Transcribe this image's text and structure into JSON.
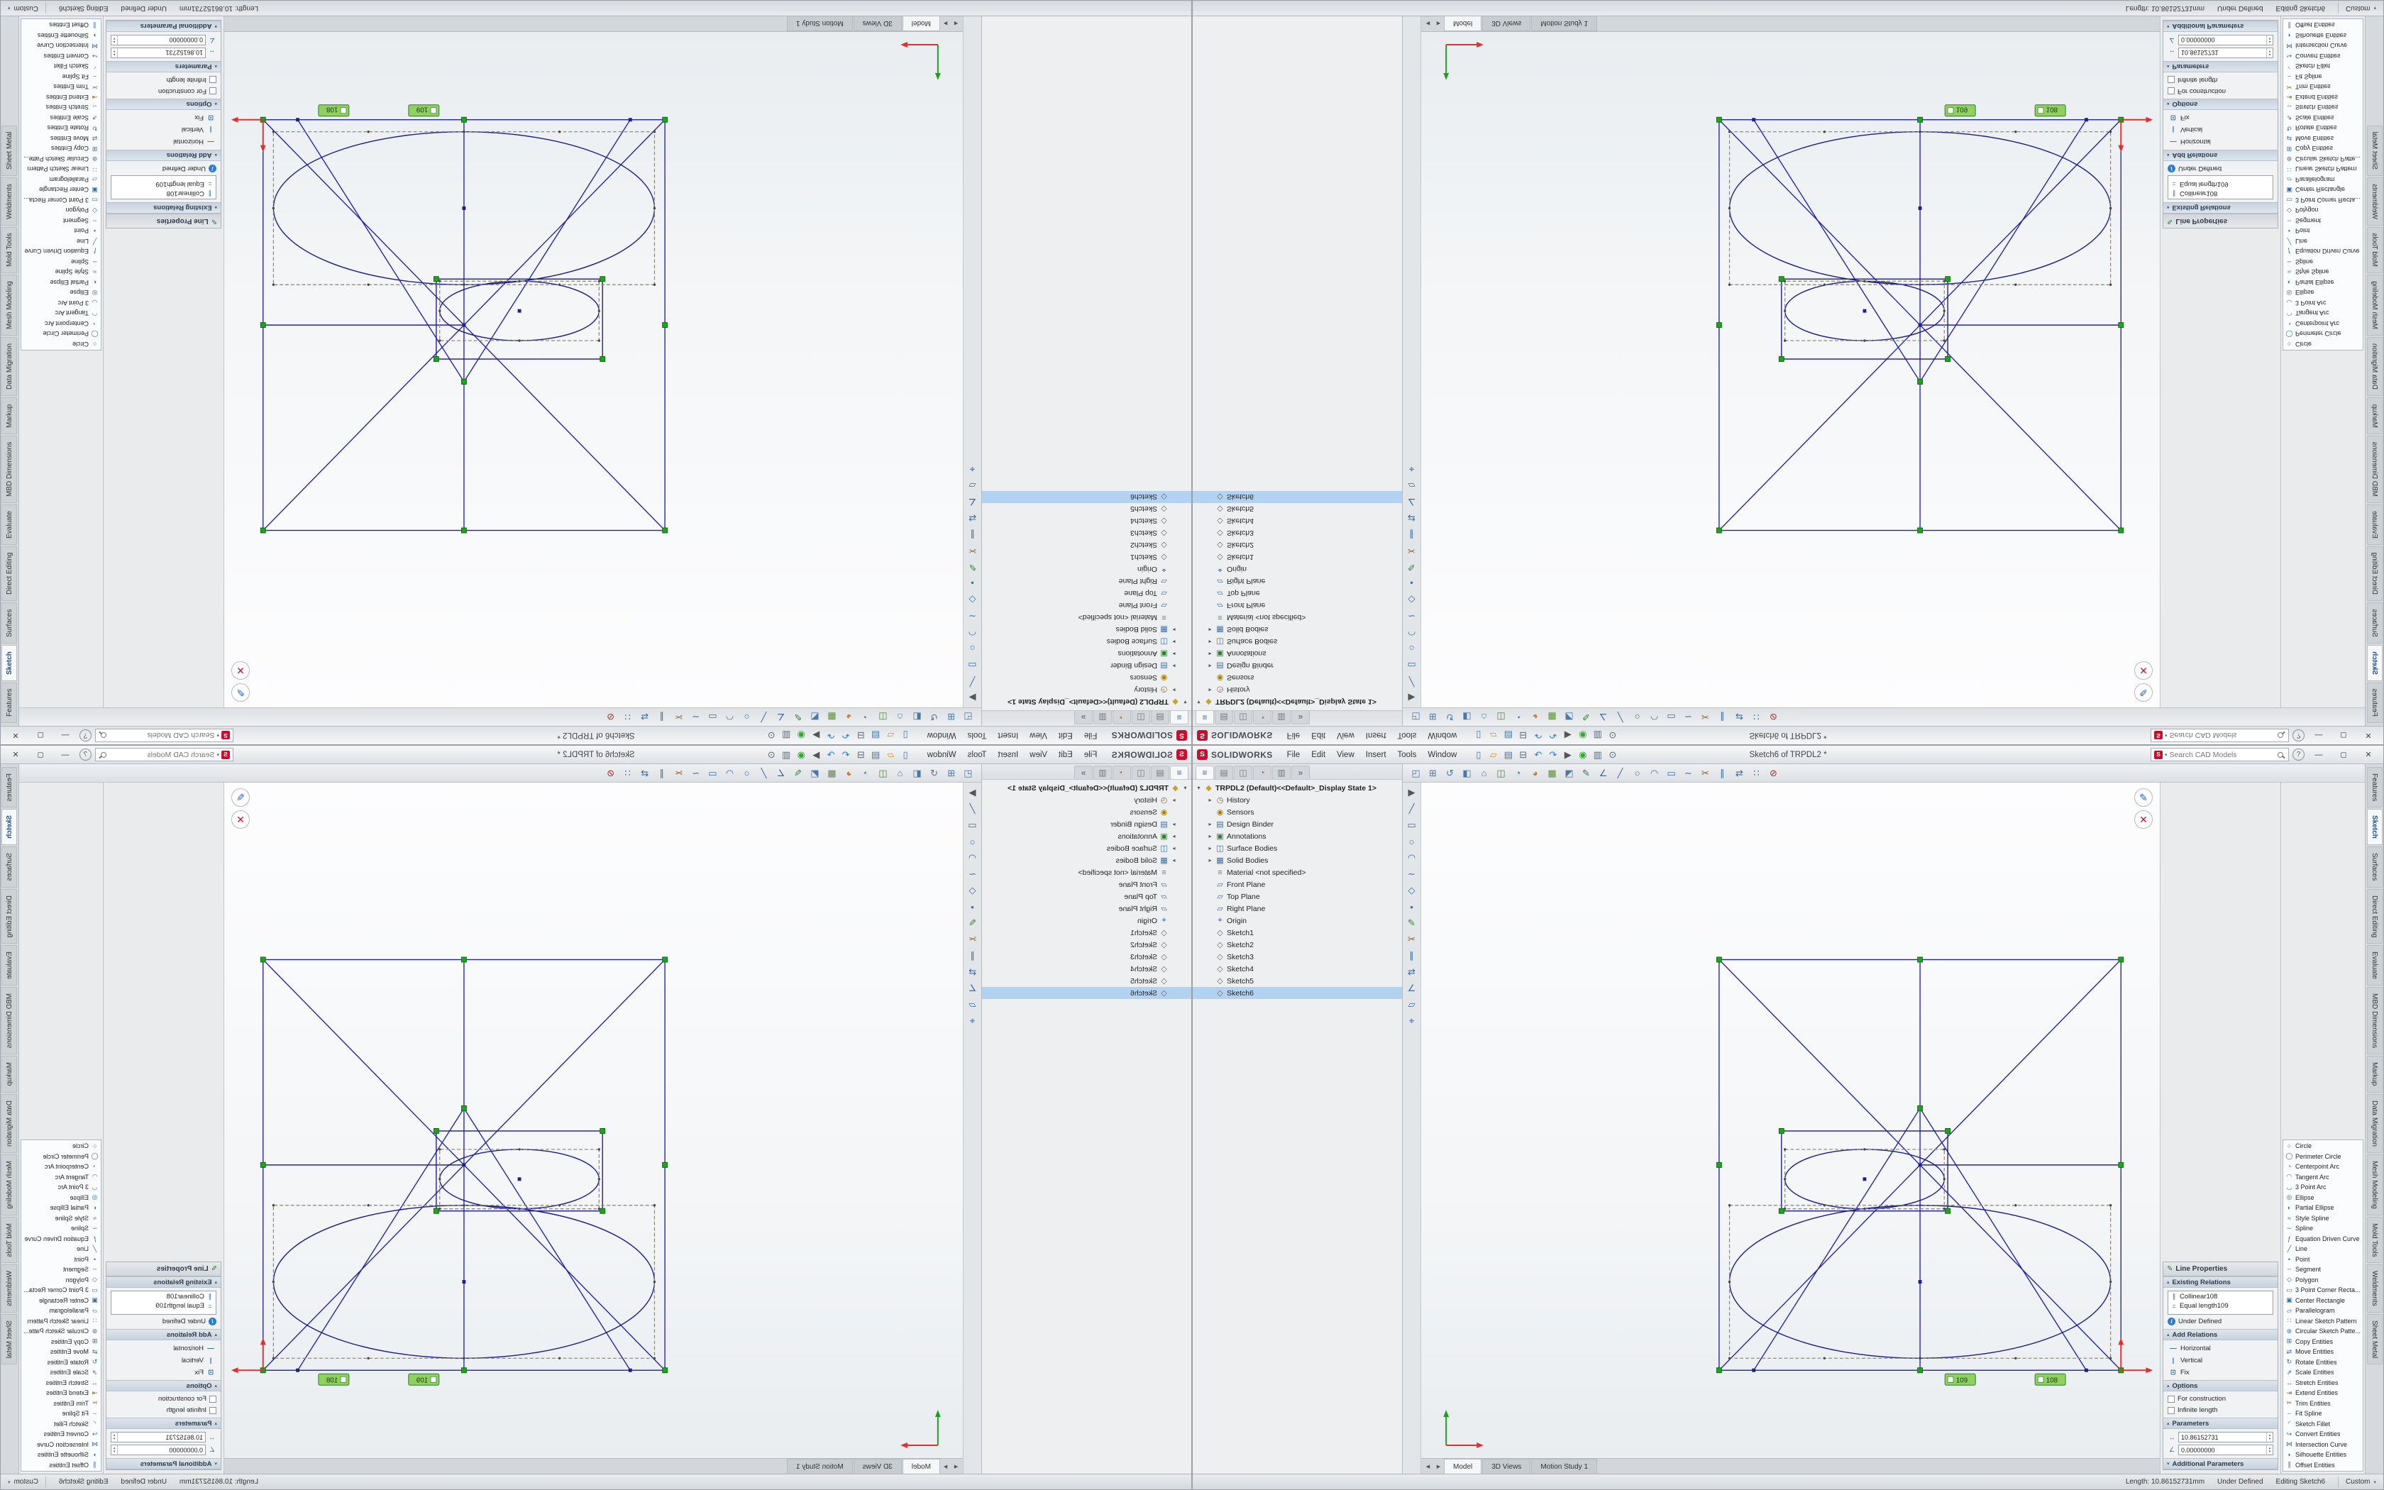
{
  "colors": {
    "accent": "#c8102e",
    "selection": "#b3d1f0",
    "sketch-line": "#2424a8",
    "construction": "#8a8070",
    "handle": "#1ea51e",
    "callout-bg": "#8fd060",
    "callout-border": "#2f7d2f",
    "origin": "#e03131"
  },
  "window": {
    "brand": "SOLIDWORKS",
    "title": "Sketch6 of TRPDL2 *",
    "menus": [
      "File",
      "Edit",
      "View",
      "Insert",
      "Tools",
      "Window"
    ],
    "menubar_icons": [
      {
        "name": "new-document-icon",
        "g": "▯",
        "c": "#4a78a8"
      },
      {
        "name": "open-icon",
        "g": "▱",
        "c": "#d89030"
      },
      {
        "name": "save-icon",
        "g": "▤",
        "c": "#4a78a8"
      },
      {
        "name": "print-icon",
        "g": "⊟",
        "c": "#5a6a7a"
      },
      {
        "name": "undo-icon",
        "g": "↶",
        "c": "#2d7dd2"
      },
      {
        "name": "redo-icon",
        "g": "↷",
        "c": "#2d7dd2"
      },
      {
        "name": "select-icon",
        "g": "▶",
        "c": "#555555"
      },
      {
        "name": "rebuild-icon",
        "g": "◉",
        "c": "#2faa2f"
      },
      {
        "name": "file-properties-icon",
        "g": "▥",
        "c": "#5a6a7a"
      },
      {
        "name": "options-icon",
        "g": "⊙",
        "c": "#5a6a7a"
      }
    ],
    "search_placeholder": "Search CAD Models",
    "help_label": "?",
    "window_buttons": {
      "minimize": "—",
      "restore": "◻",
      "close": "✕"
    },
    "confirm": {
      "exit": "✎",
      "cancel": "✕"
    }
  },
  "headsup_icons": [
    {
      "name": "zoom-fit-icon",
      "g": "◰",
      "c": "#4a78a8"
    },
    {
      "name": "zoom-area-icon",
      "g": "⊞",
      "c": "#4a78a8"
    },
    {
      "name": "previous-view-icon",
      "g": "↺",
      "c": "#4a78a8"
    },
    {
      "name": "section-view-icon",
      "g": "◧",
      "c": "#4a78a8"
    },
    {
      "name": "view-orientation-icon",
      "g": "⌂",
      "c": "#4a78a8"
    },
    {
      "name": "display-style-icon",
      "g": "◫",
      "c": "#5a8a3a"
    },
    {
      "name": "hide-show-icon",
      "g": "◔",
      "c": "#4a78a8"
    },
    {
      "name": "edit-appearance-icon",
      "g": "◕",
      "c": "#c07830"
    },
    {
      "name": "apply-scene-icon",
      "g": "▦",
      "c": "#5a8a3a"
    },
    {
      "name": "view-settings-icon",
      "g": "◩",
      "c": "#4a78a8"
    },
    {
      "name": "sketch-icon",
      "g": "✎",
      "c": "#2e7d32"
    },
    {
      "name": "smart-dimension-icon",
      "g": "∠",
      "c": "#3a6ea5"
    },
    {
      "name": "line-icon",
      "g": "╱",
      "c": "#3a6ea5"
    },
    {
      "name": "circle-icon",
      "g": "○",
      "c": "#3a6ea5"
    },
    {
      "name": "arc-icon",
      "g": "◠",
      "c": "#3a6ea5"
    },
    {
      "name": "rectangle-icon",
      "g": "▭",
      "c": "#3a6ea5"
    },
    {
      "name": "spline-icon",
      "g": "∼",
      "c": "#3a6ea5"
    },
    {
      "name": "trim-icon",
      "g": "✂",
      "c": "#8a5a2a"
    },
    {
      "name": "offset-icon",
      "g": "∥",
      "c": "#3a6ea5"
    },
    {
      "name": "mirror-icon",
      "g": "⇄",
      "c": "#3a6ea5"
    },
    {
      "name": "pattern-icon",
      "g": "∷",
      "c": "#3a6ea5"
    },
    {
      "name": "display-delete-icon",
      "g": "⊘",
      "c": "#a03030"
    }
  ],
  "left_toolbar_icons": [
    {
      "name": "select-tool-icon",
      "g": "▶",
      "c": "#555555"
    },
    {
      "name": "line-tool-icon",
      "g": "╱",
      "c": "#3a6ea5"
    },
    {
      "name": "rectangle-tool-icon",
      "g": "▭",
      "c": "#3a6ea5"
    },
    {
      "name": "circle-tool-icon",
      "g": "○",
      "c": "#3a6ea5"
    },
    {
      "name": "arc-tool-icon",
      "g": "◠",
      "c": "#3a6ea5"
    },
    {
      "name": "spline-tool-icon",
      "g": "∼",
      "c": "#3a6ea5"
    },
    {
      "name": "polygon-tool-icon",
      "g": "◇",
      "c": "#3a6ea5"
    },
    {
      "name": "point-tool-icon",
      "g": "•",
      "c": "#3a6ea5"
    },
    {
      "name": "sketch-edit-icon",
      "g": "✎",
      "c": "#2e7d32"
    },
    {
      "name": "trim-tool-icon",
      "g": "✂",
      "c": "#8a5a2a"
    },
    {
      "name": "offset-tool-icon",
      "g": "∥",
      "c": "#3a6ea5"
    },
    {
      "name": "mirror-tool-icon",
      "g": "⇄",
      "c": "#3a6ea5"
    },
    {
      "name": "dimension-tool-icon",
      "g": "∠",
      "c": "#3a6ea5"
    },
    {
      "name": "plane-tool-icon",
      "g": "▱",
      "c": "#3a6ea5"
    },
    {
      "name": "origin-tool-icon",
      "g": "⌖",
      "c": "#2e5db0"
    }
  ],
  "feature_manager": {
    "tabs": [
      {
        "name": "featuremanager-tab",
        "g": "≡",
        "c": "#3b6ea5",
        "active": true
      },
      {
        "name": "propertymanager-tab",
        "g": "▤",
        "c": "#777777"
      },
      {
        "name": "configurationmanager-tab",
        "g": "◫",
        "c": "#777777"
      },
      {
        "name": "dimxpertmanager-tab",
        "g": "◔",
        "c": "#b5651d"
      },
      {
        "name": "displaymanager-tab",
        "g": "▥",
        "c": "#777777"
      },
      {
        "name": "panel-tabs-more",
        "g": "»",
        "c": "#555555"
      }
    ],
    "root_exp": "▾",
    "root_icon": "◆",
    "root": "TRPDL2 (Default)<<Default>_Display State 1>",
    "items": [
      {
        "name": "tree-item-history",
        "exp": "▸",
        "g": "◷",
        "c": "#8a6d3b",
        "label": "History"
      },
      {
        "name": "tree-item-sensors",
        "g": "◉",
        "c": "#b08000",
        "label": "Sensors"
      },
      {
        "name": "tree-item-design-binder",
        "exp": "▸",
        "g": "▤",
        "c": "#3b6ea5",
        "label": "Design Binder"
      },
      {
        "name": "tree-item-annotations",
        "exp": "▸",
        "g": "▣",
        "c": "#2e7d32",
        "label": "Annotations"
      },
      {
        "name": "tree-item-surface-bodies",
        "exp": "▸",
        "g": "◫",
        "c": "#3b6ea5",
        "label": "Surface Bodies"
      },
      {
        "name": "tree-item-solid-bodies",
        "exp": "▸",
        "g": "▦",
        "c": "#3b6ea5",
        "label": "Solid Bodies"
      },
      {
        "name": "tree-item-material",
        "g": "≡",
        "c": "#777777",
        "label": "Material <not specified>"
      },
      {
        "name": "tree-item-front-plane",
        "g": "▱",
        "c": "#3b6ea5",
        "label": "Front Plane"
      },
      {
        "name": "tree-item-top-plane",
        "g": "▱",
        "c": "#3b6ea5",
        "label": "Top Plane"
      },
      {
        "name": "tree-item-right-plane",
        "g": "▱",
        "c": "#3b6ea5",
        "label": "Right Plane"
      },
      {
        "name": "tree-item-origin",
        "g": "⌖",
        "c": "#2e5db0",
        "label": "Origin"
      },
      {
        "name": "tree-item-sketch1",
        "g": "◇",
        "c": "#666666",
        "label": "Sketch1"
      },
      {
        "name": "tree-item-sketch2",
        "g": "◇",
        "c": "#666666",
        "label": "Sketch2"
      },
      {
        "name": "tree-item-sketch3",
        "g": "◇",
        "c": "#666666",
        "label": "Sketch3"
      },
      {
        "name": "tree-item-sketch4",
        "g": "◇",
        "c": "#666666",
        "label": "Sketch4"
      },
      {
        "name": "tree-item-sketch5",
        "g": "◇",
        "c": "#666666",
        "label": "Sketch5"
      },
      {
        "name": "tree-item-sketch6",
        "g": "◇",
        "c": "#666666",
        "label": "Sketch6",
        "selected": true
      }
    ]
  },
  "line_properties": {
    "title": "Line Properties",
    "header_icon": "✎",
    "sections": {
      "existing": "Existing Relations",
      "add": "Add Relations",
      "options": "Options",
      "parameters": "Parameters",
      "additional": "Additional Parameters"
    },
    "relations": [
      {
        "name": "relation-collinear",
        "g": "∥",
        "label": "Collinear108"
      },
      {
        "name": "relation-equal-length",
        "g": "=",
        "label": "Equal length109"
      }
    ],
    "status_info": "Under Defined",
    "add_relations": [
      {
        "name": "add-relation-horizontal",
        "g": "—",
        "label": "Horizontal"
      },
      {
        "name": "add-relation-vertical",
        "g": "|",
        "label": "Vertical"
      },
      {
        "name": "add-relation-fix",
        "g": "⊡",
        "label": "Fix"
      }
    ],
    "options": [
      {
        "name": "for-construction-checkbox",
        "label": "For construction"
      },
      {
        "name": "infinite-length-checkbox",
        "label": "Infinite length"
      }
    ],
    "parameters": [
      {
        "name": "parameter-length",
        "g": "↔",
        "value": "10.86152731"
      },
      {
        "name": "parameter-angle",
        "g": "∠",
        "value": "0.00000000"
      }
    ]
  },
  "tools_panel": {
    "items": [
      {
        "name": "tool-circle",
        "g": "○",
        "c": "#3a6ea5",
        "label": "Circle"
      },
      {
        "name": "tool-perimeter-circle",
        "g": "◯",
        "c": "#3a6ea5",
        "label": "Perimeter Circle"
      },
      {
        "name": "tool-centerpoint-arc",
        "g": "◔",
        "c": "#3a6ea5",
        "label": "Centerpoint Arc"
      },
      {
        "name": "tool-tangent-arc",
        "g": "◠",
        "c": "#3a6ea5",
        "label": "Tangent Arc"
      },
      {
        "name": "tool-3-point-arc",
        "g": "◡",
        "c": "#3a6ea5",
        "label": "3 Point Arc"
      },
      {
        "name": "tool-ellipse",
        "g": "◎",
        "c": "#3a6ea5",
        "label": "Ellipse"
      },
      {
        "name": "tool-partial-ellipse",
        "g": "◐",
        "c": "#3a6ea5",
        "label": "Partial Ellipse"
      },
      {
        "name": "tool-style-spline",
        "g": "≈",
        "c": "#3a6ea5",
        "label": "Style Spline"
      },
      {
        "name": "tool-spline",
        "g": "∼",
        "c": "#3a6ea5",
        "label": "Spline"
      },
      {
        "name": "tool-equation-driven-curve",
        "g": "ƒ",
        "c": "#3a6ea5",
        "label": "Equation Driven Curve"
      },
      {
        "name": "tool-line",
        "g": "╱",
        "c": "#3a6ea5",
        "label": "Line"
      },
      {
        "name": "tool-point",
        "g": "•",
        "c": "#3a6ea5",
        "label": "Point"
      },
      {
        "name": "tool-segment",
        "g": "╌",
        "c": "#3a6ea5",
        "label": "Segment"
      },
      {
        "name": "tool-polygon",
        "g": "◇",
        "c": "#3a6ea5",
        "label": "Polygon"
      },
      {
        "name": "tool-3-point-corner-rectangle",
        "g": "▭",
        "c": "#3a6ea5",
        "label": "3 Point Corner Recta..."
      },
      {
        "name": "tool-center-rectangle",
        "g": "▣",
        "c": "#3a6ea5",
        "label": "Center Rectangle"
      },
      {
        "name": "tool-parallelogram",
        "g": "▱",
        "c": "#3a6ea5",
        "label": "Parallelogram"
      },
      {
        "name": "tool-linear-sketch-pattern",
        "g": "∷",
        "c": "#3a6ea5",
        "label": "Linear Sketch Pattern"
      },
      {
        "name": "tool-circular-sketch-pattern",
        "g": "⊛",
        "c": "#3a6ea5",
        "label": "Circular Sketch Patte..."
      },
      {
        "name": "tool-copy-entities",
        "g": "⊞",
        "c": "#3a6ea5",
        "label": "Copy Entities"
      },
      {
        "name": "tool-move-entities",
        "g": "⇄",
        "c": "#3a6ea5",
        "label": "Move Entities"
      },
      {
        "name": "tool-rotate-entities",
        "g": "↻",
        "c": "#3a6ea5",
        "label": "Rotate Entities"
      },
      {
        "name": "tool-scale-entities",
        "g": "⇗",
        "c": "#3a6ea5",
        "label": "Scale Entities"
      },
      {
        "name": "tool-stretch-entities",
        "g": "↔",
        "c": "#3a6ea5",
        "label": "Stretch Entities"
      },
      {
        "name": "tool-extend-entities",
        "g": "⇥",
        "c": "#8a5a2a",
        "label": "Extend Entities"
      },
      {
        "name": "tool-trim-entities",
        "g": "✂",
        "c": "#8a5a2a",
        "label": "Trim Entities"
      },
      {
        "name": "tool-fit-spline",
        "g": "⌣",
        "c": "#3a6ea5",
        "label": "Fit Spline"
      },
      {
        "name": "tool-sketch-fillet",
        "g": "◜",
        "c": "#3a6ea5",
        "label": "Sketch Fillet"
      },
      {
        "name": "tool-convert-entities",
        "g": "↪",
        "c": "#3a6ea5",
        "label": "Convert Entities"
      },
      {
        "name": "tool-intersection-curve",
        "g": "⋈",
        "c": "#3a6ea5",
        "label": "Intersection Curve"
      },
      {
        "name": "tool-silhouette-entities",
        "g": "◗",
        "c": "#3a6ea5",
        "label": "Silhouette Entities"
      },
      {
        "name": "tool-offset-entities",
        "g": "∥",
        "c": "#3a6ea5",
        "label": "Offset Entities"
      }
    ]
  },
  "command_tabs": [
    {
      "name": "tab-features",
      "label": "Features"
    },
    {
      "name": "tab-sketch",
      "label": "Sketch",
      "active": true
    },
    {
      "name": "tab-surfaces",
      "label": "Surfaces"
    },
    {
      "name": "tab-direct-editing",
      "label": "Direct Editing"
    },
    {
      "name": "tab-evaluate",
      "label": "Evaluate"
    },
    {
      "name": "tab-mbd-dimensions",
      "label": "MBD Dimensions"
    },
    {
      "name": "tab-markup",
      "label": "Markup"
    },
    {
      "name": "tab-data-migration",
      "label": "Data Migration"
    },
    {
      "name": "tab-mesh-modeling",
      "label": "Mesh Modeling"
    },
    {
      "name": "tab-mold-tools",
      "label": "Mold Tools"
    },
    {
      "name": "tab-weldments",
      "label": "Weldments"
    },
    {
      "name": "tab-sheet-metal",
      "label": "Sheet Metal"
    }
  ],
  "model_tabs": [
    {
      "name": "tab-model",
      "label": "Model",
      "active": true
    },
    {
      "name": "tab-3d-views",
      "label": "3D Views"
    },
    {
      "name": "tab-motion-study",
      "label": "Motion Study 1"
    }
  ],
  "status_bar": {
    "length": "Length: 10.86152731mm",
    "state": "Under Defined",
    "editing": "Editing Sketch6",
    "custom": "Custom"
  },
  "drawing": {
    "callouts": [
      {
        "label": "109"
      },
      {
        "label": "108"
      }
    ]
  }
}
